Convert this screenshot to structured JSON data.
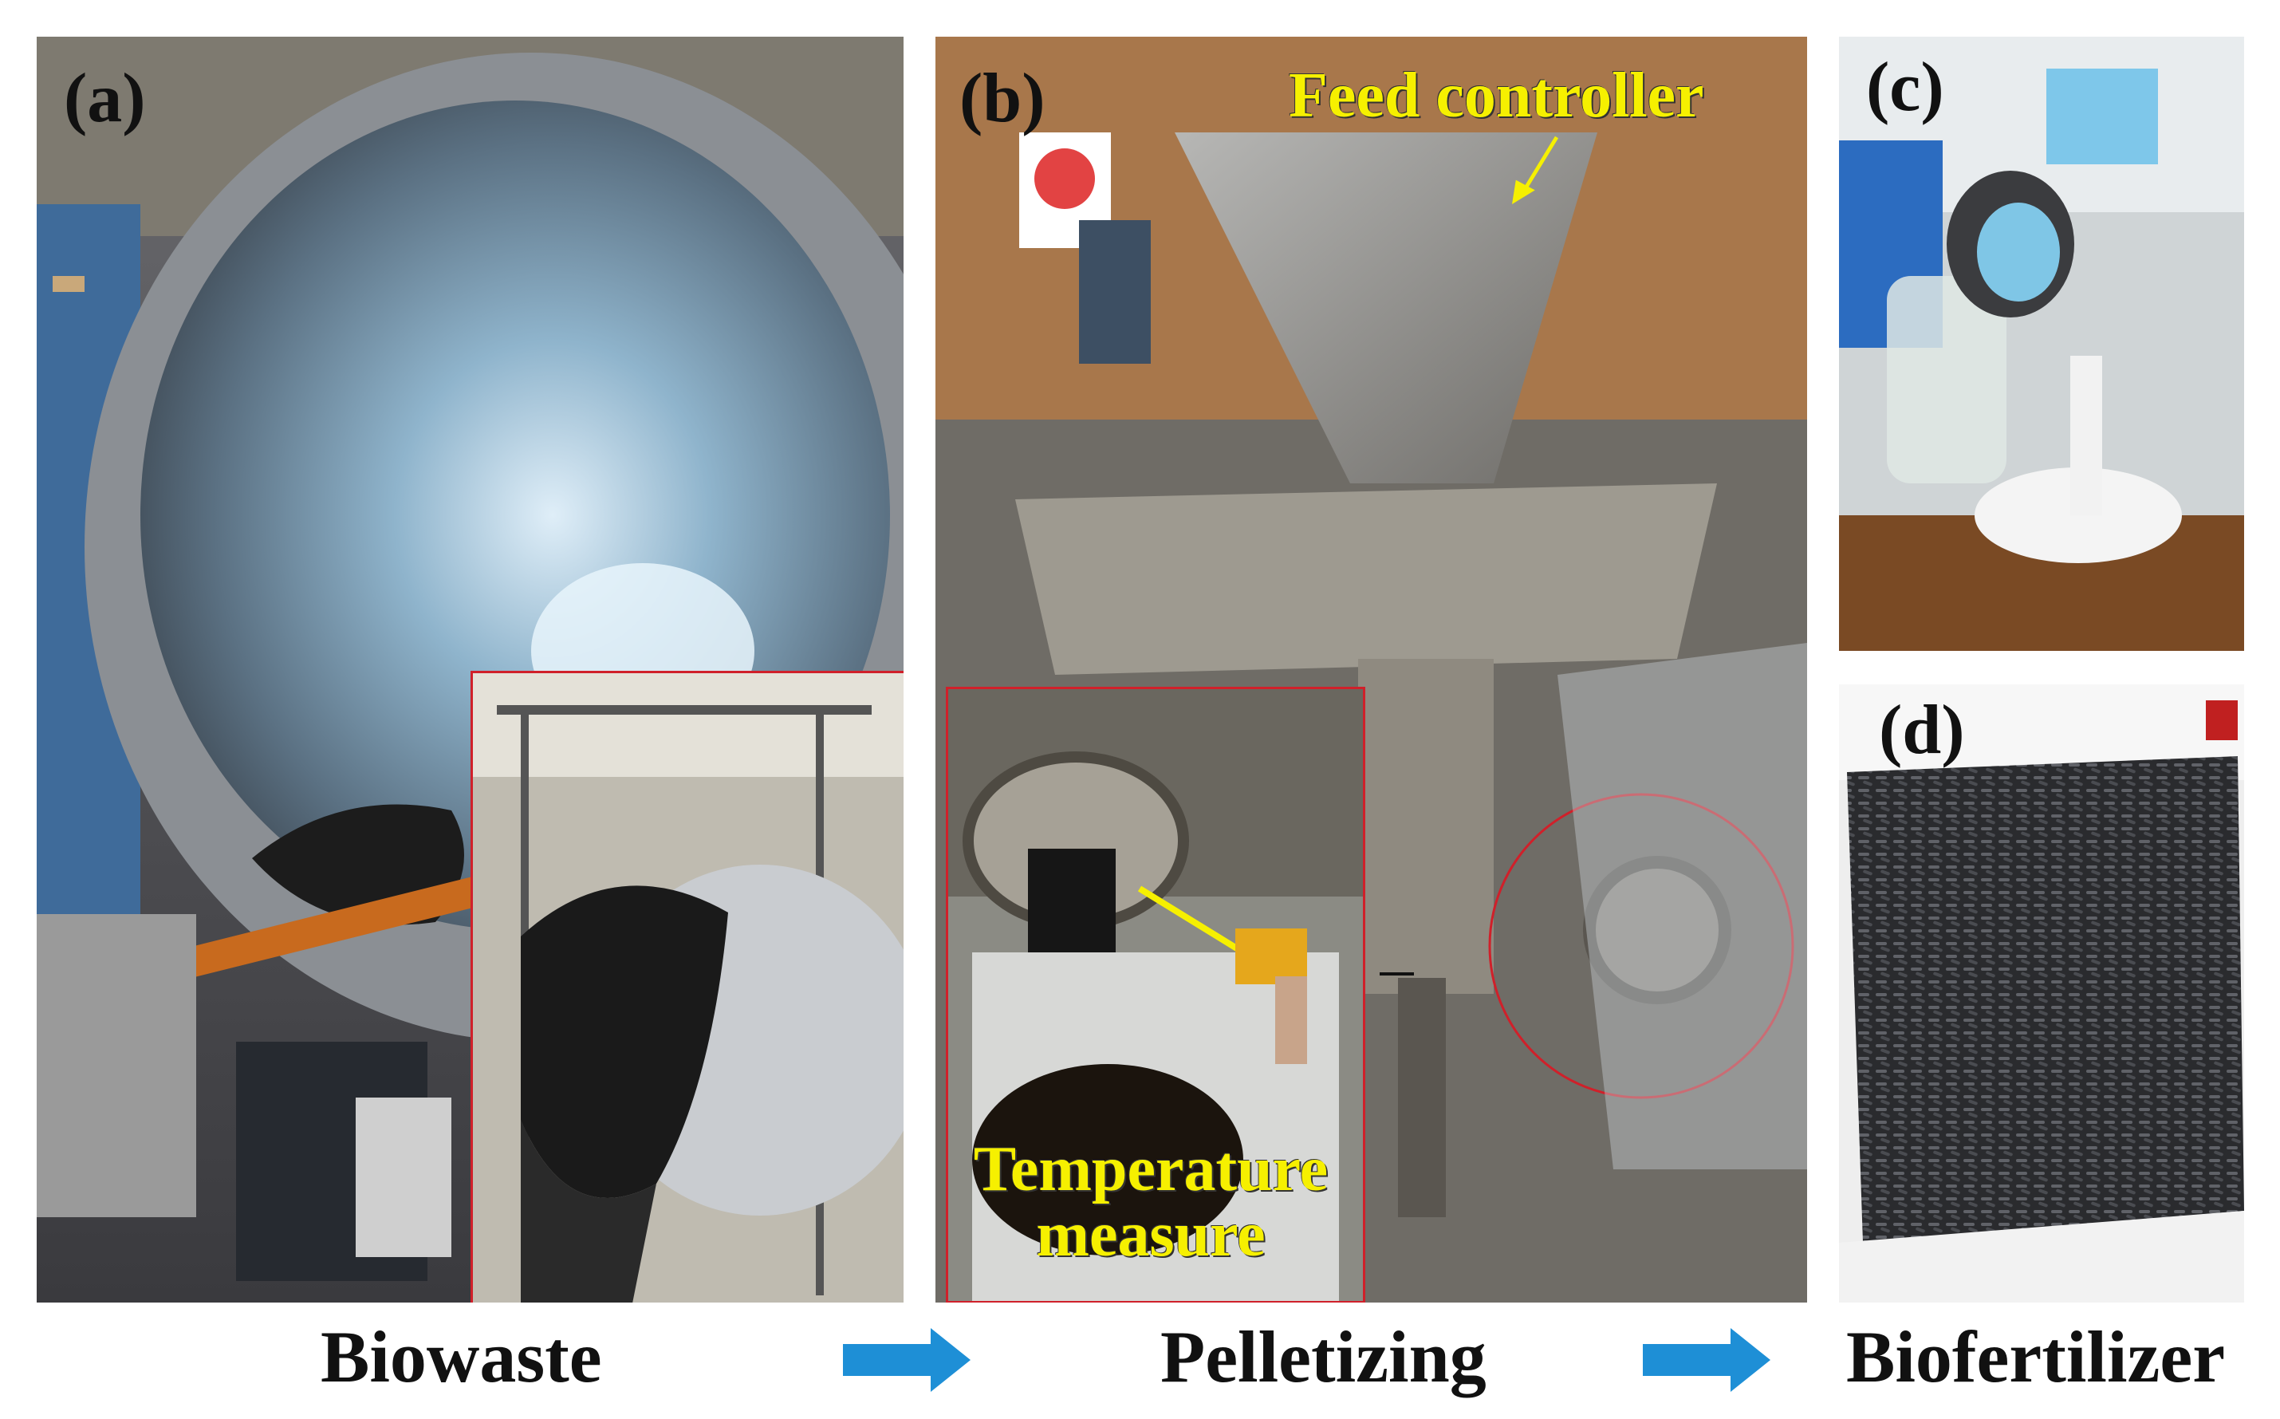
{
  "panels": {
    "a": {
      "label": "(a)"
    },
    "b": {
      "label": "(b)",
      "annotation_feed": "Feed controller",
      "annotation_temp_line1": "Temperature",
      "annotation_temp_line2": "measure"
    },
    "c": {
      "label": "(c)"
    },
    "d": {
      "label": "(d)"
    }
  },
  "captions": {
    "stage1": "Biowaste",
    "stage2": "Pelletizing",
    "stage3": "Biofertilizer"
  },
  "arrows": [
    {
      "name": "arrow-biowaste-to-pelletizing",
      "icon": "right-arrow-icon",
      "color": "#1e8fd6"
    },
    {
      "name": "arrow-pelletizing-to-biofertilizer",
      "icon": "right-arrow-icon",
      "color": "#1e8fd6"
    }
  ],
  "colors": {
    "label_yellow": "#f6f000",
    "inset_border": "#d0202a",
    "arrow_blue": "#1e8fd6"
  }
}
